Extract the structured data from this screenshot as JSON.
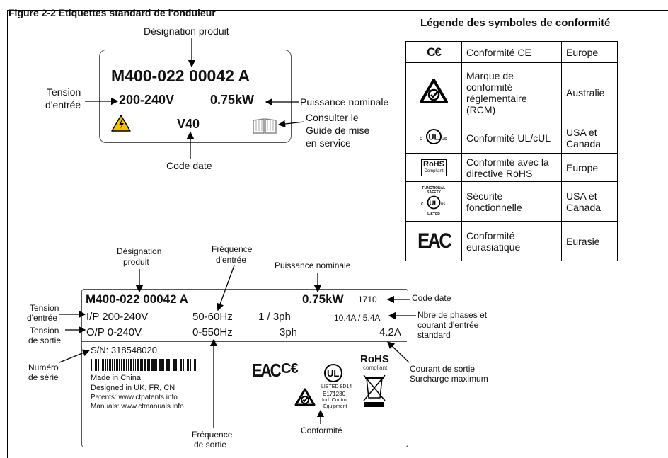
{
  "figure_title": "Figure 2-2 Etiquettes standard de l'onduleur",
  "legend": {
    "title": "Légende des symboles de conformité",
    "rows": [
      {
        "symbol": "CE",
        "desc": "Conformité CE",
        "region": "Europe"
      },
      {
        "symbol": "RCM",
        "desc": "Marque de conformité réglementaire (RCM)",
        "region": "Australie"
      },
      {
        "symbol": "cULus",
        "desc": "Conformité UL/cUL",
        "region": "USA et Canada"
      },
      {
        "symbol": "RoHS",
        "desc": "Conformité avec la directive RoHS",
        "region": "Europe"
      },
      {
        "symbol": "Functional safety cULus listed",
        "desc": "Sécurité fonctionnelle",
        "region": "USA et Canada"
      },
      {
        "symbol": "EAC",
        "desc": "Conformité eurasiatique",
        "region": "Eurasie"
      }
    ],
    "symbol_text": {
      "ce": "C€",
      "rohs": "RoHS",
      "rohs_sub": "Compliant",
      "fs_line1": "FUNCTIONAL",
      "fs_line2": "SAFETY",
      "listed": "LISTED",
      "eac": "EAC"
    }
  },
  "top_label": {
    "designation": "M400-022  00042 A",
    "voltage": "200-240V",
    "power": "0.75kW",
    "date_code": "V40",
    "callouts": {
      "designation": "Désignation produit",
      "tension1": "Tension",
      "tension2": "d'entrée",
      "puissance": "Puissance nominale",
      "consult1": "Consulter le",
      "consult2": "Guide de mise",
      "consult3": "en service",
      "code_date": "Code date"
    }
  },
  "bottom_label": {
    "designation": "M400-022 00042 A",
    "power": "0.75kW",
    "date_code": "1710",
    "ip": "I/P 200-240V",
    "ip_freq": "50-60Hz",
    "ip_phase": "1 / 3ph",
    "ip_current": "10.4A / 5.4A",
    "op": "O/P 0-240V",
    "op_freq": "0-550Hz",
    "op_phase": "3ph",
    "op_current": "4.2A",
    "serial": "S/N: 318548020",
    "made": "Made in China",
    "designed": "Designed in UK, FR, CN",
    "patents": "Patents: www.ctpatents.info",
    "manuals": "Manuals: www.ctmanuals.info",
    "eac": "EAC",
    "ce": "C€",
    "ul_listed": "LISTED 8D14",
    "ul_num": "E171230",
    "ul_ind1": "Ind. Control",
    "ul_ind2": "Equipment",
    "rohs": "RoHS",
    "rohs_sub": "compliant",
    "callouts": {
      "designation1": "Désignation",
      "designation2": "produit",
      "freq_in1": "Fréquence",
      "freq_in2": "d'entrée",
      "puissance": "Puissance nominale",
      "code_date": "Code date",
      "tension_in1": "Tension",
      "tension_in2": "d'entrée",
      "tension_out1": "Tension",
      "tension_out2": "de sortie",
      "phases1": "Nbre de phases et",
      "phases2": "courant d'entrée",
      "phases3": "standard",
      "serial1": "Numéro",
      "serial2": "de série",
      "courant1": "Courant de sortie",
      "courant2": "Surcharge maximum",
      "freq_out1": "Fréquence",
      "freq_out2": "de sortie",
      "conformite": "Conformité"
    }
  }
}
